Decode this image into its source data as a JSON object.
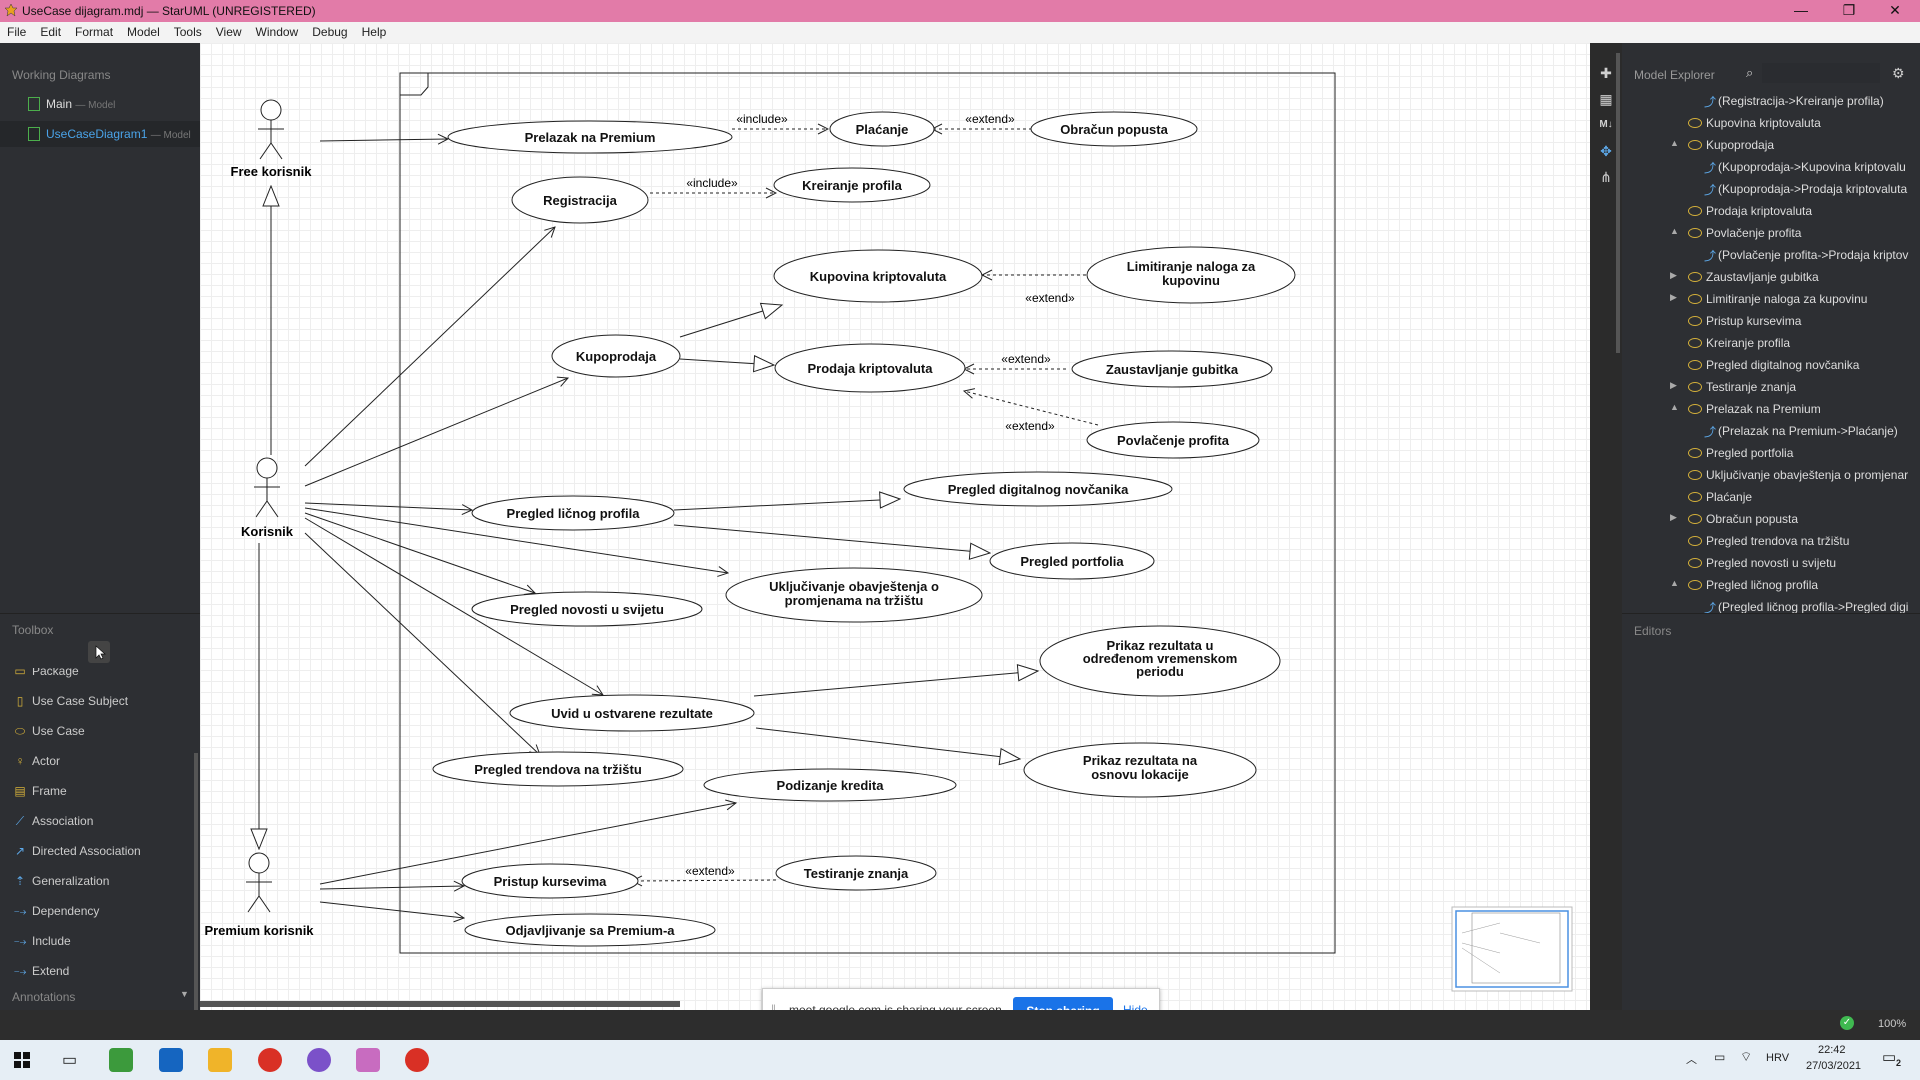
{
  "window": {
    "title": "UseCase dijagram.mdj — StarUML (UNREGISTERED)",
    "min": "—",
    "max": "❐",
    "close": "✕"
  },
  "menu": [
    "File",
    "Edit",
    "Format",
    "Model",
    "Tools",
    "View",
    "Window",
    "Debug",
    "Help"
  ],
  "working_diagrams": {
    "header": "Working Diagrams",
    "items": [
      {
        "label": "Main",
        "sub": "— Model"
      },
      {
        "label": "UseCaseDiagram1",
        "sub": "— Model"
      }
    ]
  },
  "toolbox": {
    "header": "Toolbox",
    "items": [
      {
        "label": "Package",
        "icon": "package-icon"
      },
      {
        "label": "Use Case Subject",
        "icon": "subject-icon"
      },
      {
        "label": "Use Case",
        "icon": "usecase-icon"
      },
      {
        "label": "Actor",
        "icon": "actor-icon"
      },
      {
        "label": "Frame",
        "icon": "frame-icon"
      },
      {
        "label": "Association",
        "icon": "association-icon"
      },
      {
        "label": "Directed Association",
        "icon": "directed-association-icon"
      },
      {
        "label": "Generalization",
        "icon": "generalization-icon"
      },
      {
        "label": "Dependency",
        "icon": "dependency-icon"
      },
      {
        "label": "Include",
        "icon": "include-icon"
      },
      {
        "label": "Extend",
        "icon": "extend-icon"
      }
    ],
    "annotations": "Annotations"
  },
  "diagram": {
    "actors": {
      "free": "Free korisnik",
      "korisnik": "Korisnik",
      "premium": "Premium korisnik"
    },
    "usecases": {
      "prelazak": "Prelazak na Premium",
      "placanje": "Plaćanje",
      "obracun": "Obračun popusta",
      "registracija": "Registracija",
      "kreiranje": "Kreiranje profila",
      "kupovina": "Kupovina kriptovaluta",
      "limitiranje_1": "Limitiranje naloga za",
      "limitiranje_2": "kupovinu",
      "kupoprodaja": "Kupoprodaja",
      "prodaja": "Prodaja kriptovaluta",
      "zaustavljanje": "Zaustavljanje gubitka",
      "povlacenje": "Povlačenje profita",
      "licni": "Pregled ličnog profila",
      "novcanik": "Pregled digitalnog novčanika",
      "portfolio": "Pregled portfolia",
      "ukljucivanje_1": "Uključivanje obavještenja o",
      "ukljucivanje_2": "promjenama na tržištu",
      "novosti": "Pregled novosti u svijetu",
      "prikaz_vrijeme_1": "Prikaz rezultata u",
      "prikaz_vrijeme_2": "određenom vremenskom",
      "prikaz_vrijeme_3": "periodu",
      "uvid": "Uvid u ostvarene rezultate",
      "prikaz_lok_1": "Prikaz rezultata na",
      "prikaz_lok_2": "osnovu lokacije",
      "trendovi": "Pregled trendova na tržištu",
      "kredit": "Podizanje kredita",
      "kursevi": "Pristup kursevima",
      "testiranje": "Testiranje znanja",
      "odjavljivanje": "Odjavljivanje sa Premium-a"
    },
    "stereotypes": {
      "include": "«include»",
      "extend": "«extend»"
    }
  },
  "explorer": {
    "header": "Model Explorer",
    "rows": [
      {
        "t": "(Registracija->Kreiranje profila)",
        "kind": "rel",
        "arrow": ""
      },
      {
        "t": "Kupovina kriptovaluta",
        "kind": "uc",
        "arrow": ""
      },
      {
        "t": "Kupoprodaja",
        "kind": "uc",
        "arrow": "▲"
      },
      {
        "t": "(Kupoprodaja->Kupovina kriptovalu",
        "kind": "rel",
        "arrow": ""
      },
      {
        "t": "(Kupoprodaja->Prodaja kriptovaluta",
        "kind": "rel",
        "arrow": ""
      },
      {
        "t": "Prodaja kriptovaluta",
        "kind": "uc",
        "arrow": ""
      },
      {
        "t": "Povlačenje profita",
        "kind": "uc",
        "arrow": "▲"
      },
      {
        "t": "(Povlačenje profita->Prodaja kriptov",
        "kind": "rel",
        "arrow": ""
      },
      {
        "t": "Zaustavljanje gubitka",
        "kind": "uc",
        "arrow": "▶"
      },
      {
        "t": "Limitiranje naloga za kupovinu",
        "kind": "uc",
        "arrow": "▶"
      },
      {
        "t": "Pristup kursevima",
        "kind": "uc",
        "arrow": ""
      },
      {
        "t": "Kreiranje profila",
        "kind": "uc",
        "arrow": ""
      },
      {
        "t": "Pregled digitalnog novčanika",
        "kind": "uc",
        "arrow": ""
      },
      {
        "t": "Testiranje znanja",
        "kind": "uc",
        "arrow": "▶"
      },
      {
        "t": "Prelazak na Premium",
        "kind": "uc",
        "arrow": "▲"
      },
      {
        "t": "(Prelazak na Premium->Plaćanje)",
        "kind": "rel",
        "arrow": ""
      },
      {
        "t": "Pregled portfolia",
        "kind": "uc",
        "arrow": ""
      },
      {
        "t": "Uključivanje obavještenja o promjenar",
        "kind": "uc",
        "arrow": ""
      },
      {
        "t": "Plaćanje",
        "kind": "uc",
        "arrow": ""
      },
      {
        "t": "Obračun popusta",
        "kind": "uc",
        "arrow": "▶"
      },
      {
        "t": "Pregled trendova na tržištu",
        "kind": "uc",
        "arrow": ""
      },
      {
        "t": "Pregled novosti u svijetu",
        "kind": "uc",
        "arrow": ""
      },
      {
        "t": "Pregled ličnog profila",
        "kind": "uc",
        "arrow": "▲"
      },
      {
        "t": "(Pregled ličnog profila->Pregled digi",
        "kind": "rel",
        "arrow": ""
      }
    ],
    "editors": "Editors"
  },
  "share_bar": {
    "message": "meet.google.com is sharing your screen.",
    "stop": "Stop sharing",
    "hide": "Hide"
  },
  "status": {
    "zoom": "100%"
  },
  "taskbar": {
    "lang": "HRV",
    "time": "22:42",
    "date": "27/03/2021",
    "notif": "2"
  }
}
